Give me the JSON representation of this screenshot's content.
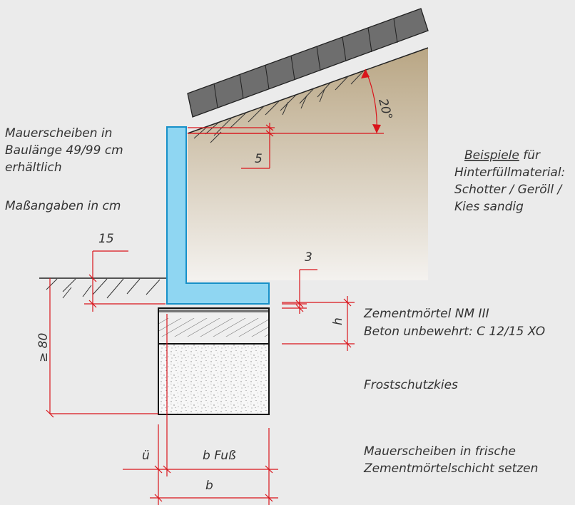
{
  "notes": {
    "line1": "Mauerscheiben in",
    "line2": "Baulänge 49/99 cm",
    "line3": "erhältlich",
    "units": "Maßangaben in cm"
  },
  "backfill": {
    "heading": "Beispiele",
    "heading_suffix": " für",
    "line2": "Hinterfüllmaterial:",
    "line3": "Schotter / Geröll /",
    "line4": "Kies sandig"
  },
  "layers": {
    "mortar": "Zementmörtel NM III",
    "concrete": "Beton unbewehrt: C 12/15 XO",
    "gravel": "Frostschutzkies"
  },
  "instruction": {
    "line1": "Mauerscheiben in frische",
    "line2": "Zementmörtelschicht setzen"
  },
  "dimensions": {
    "angle": "20°",
    "offset_top": "5",
    "ground_cover": "15",
    "gap": "3",
    "h": "h",
    "depth": "≥ 80",
    "overhang": "ü",
    "b_foot": "b Fuß",
    "b": "b"
  },
  "colors": {
    "wall": "#8fd6f2",
    "soil_top": "#b9a684",
    "soil_bottom": "#f4f2ef",
    "dimension": "#d9141b",
    "background": "#ebebeb"
  }
}
